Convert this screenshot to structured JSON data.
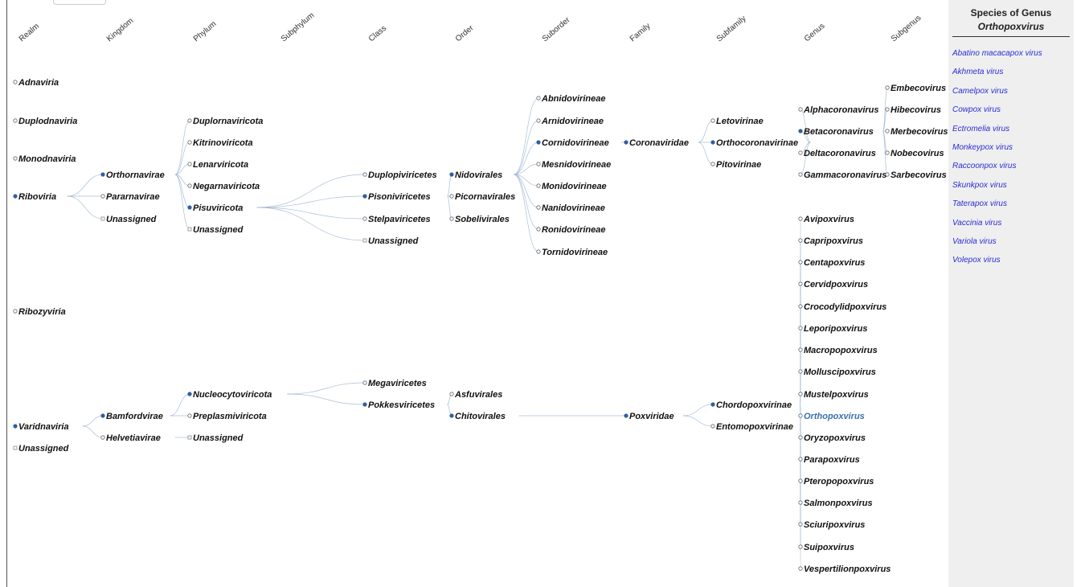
{
  "headers": [
    "Realm",
    "Kingdom",
    "Phylum",
    "Subphylum",
    "Class",
    "Order",
    "Suborder",
    "Family",
    "Subfamily",
    "Genus",
    "Subgenus"
  ],
  "nodes": {
    "Adnaviria": {
      "label": "Adnaviria",
      "col": 0
    },
    "Duplodnaviria": {
      "label": "Duplodnaviria",
      "col": 0
    },
    "Monodnaviria": {
      "label": "Monodnaviria",
      "col": 0
    },
    "Riboviria": {
      "label": "Riboviria",
      "col": 0,
      "expanded": true
    },
    "Ribozyviria": {
      "label": "Ribozyviria",
      "col": 0
    },
    "Varidnaviria": {
      "label": "Varidnaviria",
      "col": 0,
      "expanded": true
    },
    "UnassignedRealm": {
      "label": "Unassigned",
      "col": 0,
      "leaf": true
    },
    "Orthornavirae": {
      "label": "Orthornavirae",
      "col": 1,
      "parent": "Riboviria",
      "expanded": true
    },
    "Pararnavirae": {
      "label": "Pararnavirae",
      "col": 1,
      "parent": "Riboviria"
    },
    "UnassignedK1": {
      "label": "Unassigned",
      "col": 1,
      "parent": "Riboviria",
      "leaf": true
    },
    "Bamfordvirae": {
      "label": "Bamfordvirae",
      "col": 1,
      "parent": "Varidnaviria",
      "expanded": true
    },
    "Helvetiavirae": {
      "label": "Helvetiavirae",
      "col": 1,
      "parent": "Varidnaviria"
    },
    "Duplornaviricota": {
      "label": "Duplornaviricota",
      "col": 2,
      "parent": "Orthornavirae"
    },
    "Kitrinoviricota": {
      "label": "Kitrinoviricota",
      "col": 2,
      "parent": "Orthornavirae"
    },
    "Lenarviricota": {
      "label": "Lenarviricota",
      "col": 2,
      "parent": "Orthornavirae"
    },
    "Negarnaviricota": {
      "label": "Negarnaviricota",
      "col": 2,
      "parent": "Orthornavirae"
    },
    "Pisuviricota": {
      "label": "Pisuviricota",
      "col": 2,
      "parent": "Orthornavirae",
      "expanded": true
    },
    "UnassignedP1": {
      "label": "Unassigned",
      "col": 2,
      "parent": "Orthornavirae",
      "leaf": true
    },
    "Nucleocytoviricota": {
      "label": "Nucleocytoviricota",
      "col": 2,
      "parent": "Bamfordvirae",
      "expanded": true
    },
    "Preplasmiviricota": {
      "label": "Preplasmiviricota",
      "col": 2,
      "parent": "Bamfordvirae"
    },
    "UnassignedP2": {
      "label": "Unassigned",
      "col": 2,
      "parent": "Helvetiavirae",
      "leaf": true
    },
    "Duplopiviricetes": {
      "label": "Duplopiviricetes",
      "col": 4,
      "parent": "Pisuviricota"
    },
    "Pisoniviricetes": {
      "label": "Pisoniviricetes",
      "col": 4,
      "parent": "Pisuviricota",
      "expanded": true
    },
    "Stelpaviricetes": {
      "label": "Stelpaviricetes",
      "col": 4,
      "parent": "Pisuviricota"
    },
    "UnassignedC1": {
      "label": "Unassigned",
      "col": 4,
      "parent": "Pisuviricota",
      "leaf": true
    },
    "Megaviricetes": {
      "label": "Megaviricetes",
      "col": 4,
      "parent": "Nucleocytoviricota"
    },
    "Pokkesviricetes": {
      "label": "Pokkesviricetes",
      "col": 4,
      "parent": "Nucleocytoviricota",
      "expanded": true
    },
    "Nidovirales": {
      "label": "Nidovirales",
      "col": 5,
      "parent": "Pisoniviricetes",
      "expanded": true
    },
    "Picornavirales": {
      "label": "Picornavirales",
      "col": 5,
      "parent": "Pisoniviricetes"
    },
    "Sobelivirales": {
      "label": "Sobelivirales",
      "col": 5,
      "parent": "Pisoniviricetes"
    },
    "Asfuvirales": {
      "label": "Asfuvirales",
      "col": 5,
      "parent": "Pokkesviricetes"
    },
    "Chitovirales": {
      "label": "Chitovirales",
      "col": 5,
      "parent": "Pokkesviricetes",
      "expanded": true
    },
    "Abnidovirineae": {
      "label": "Abnidovirineae",
      "col": 6,
      "parent": "Nidovirales"
    },
    "Arnidovirineae": {
      "label": "Arnidovirineae",
      "col": 6,
      "parent": "Nidovirales"
    },
    "Cornidovirineae": {
      "label": "Cornidovirineae",
      "col": 6,
      "parent": "Nidovirales",
      "expanded": true
    },
    "Mesnidovirineae": {
      "label": "Mesnidovirineae",
      "col": 6,
      "parent": "Nidovirales"
    },
    "Monidovirineae": {
      "label": "Monidovirineae",
      "col": 6,
      "parent": "Nidovirales"
    },
    "Nanidovirineae": {
      "label": "Nanidovirineae",
      "col": 6,
      "parent": "Nidovirales"
    },
    "Ronidovirineae": {
      "label": "Ronidovirineae",
      "col": 6,
      "parent": "Nidovirales"
    },
    "Tornidovirineae": {
      "label": "Tornidovirineae",
      "col": 6,
      "parent": "Nidovirales"
    },
    "Coronaviridae": {
      "label": "Coronaviridae",
      "col": 7,
      "parent": "Cornidovirineae",
      "expanded": true
    },
    "Poxviridae": {
      "label": "Poxviridae",
      "col": 7,
      "parent": "Chitovirales",
      "expanded": true
    },
    "Letovirinae": {
      "label": "Letovirinae",
      "col": 8,
      "parent": "Coronaviridae"
    },
    "Orthocoronavirinae": {
      "label": "Orthocoronavirinae",
      "col": 8,
      "parent": "Coronaviridae",
      "expanded": true
    },
    "Pitovirinae": {
      "label": "Pitovirinae",
      "col": 8,
      "parent": "Coronaviridae"
    },
    "Chordopoxvirinae": {
      "label": "Chordopoxvirinae",
      "col": 8,
      "parent": "Poxviridae",
      "expanded": true
    },
    "Entomopoxvirinae": {
      "label": "Entomopoxvirinae",
      "col": 8,
      "parent": "Poxviridae"
    },
    "Alphacoronavirus": {
      "label": "Alphacoronavirus",
      "col": 9,
      "parent": "Orthocoronavirinae"
    },
    "Betacoronavirus": {
      "label": "Betacoronavirus",
      "col": 9,
      "parent": "Orthocoronavirinae",
      "expanded": true
    },
    "Deltacoronavirus": {
      "label": "Deltacoronavirus",
      "col": 9,
      "parent": "Orthocoronavirinae"
    },
    "Gammacoronavirus": {
      "label": "Gammacoronavirus",
      "col": 9,
      "parent": "Orthocoronavirinae"
    },
    "Embecovirus": {
      "label": "Embecovirus",
      "col": 10,
      "parent": "Betacoronavirus"
    },
    "Hibecovirus": {
      "label": "Hibecovirus",
      "col": 10,
      "parent": "Betacoronavirus"
    },
    "Merbecovirus": {
      "label": "Merbecovirus",
      "col": 10,
      "parent": "Betacoronavirus"
    },
    "Nobecovirus": {
      "label": "Nobecovirus",
      "col": 10,
      "parent": "Betacoronavirus"
    },
    "Sarbecovirus": {
      "label": "Sarbecovirus",
      "col": 10,
      "parent": "Betacoronavirus"
    },
    "Avipoxvirus": {
      "label": "Avipoxvirus",
      "col": 9,
      "parent": "Chordopoxvirinae"
    },
    "Capripoxvirus": {
      "label": "Capripoxvirus",
      "col": 9,
      "parent": "Chordopoxvirinae"
    },
    "Centapoxvirus": {
      "label": "Centapoxvirus",
      "col": 9,
      "parent": "Chordopoxvirinae"
    },
    "Cervidpoxvirus": {
      "label": "Cervidpoxvirus",
      "col": 9,
      "parent": "Chordopoxvirinae"
    },
    "Crocodylidpoxvirus": {
      "label": "Crocodylidpoxvirus",
      "col": 9,
      "parent": "Chordopoxvirinae"
    },
    "Leporipoxvirus": {
      "label": "Leporipoxvirus",
      "col": 9,
      "parent": "Chordopoxvirinae"
    },
    "Macropopoxvirus": {
      "label": "Macropopoxvirus",
      "col": 9,
      "parent": "Chordopoxvirinae"
    },
    "Molluscipoxvirus": {
      "label": "Molluscipoxvirus",
      "col": 9,
      "parent": "Chordopoxvirinae"
    },
    "Mustelpoxvirus": {
      "label": "Mustelpoxvirus",
      "col": 9,
      "parent": "Chordopoxvirinae"
    },
    "Orthopoxvirus": {
      "label": "Orthopoxvirus",
      "col": 9,
      "parent": "Chordopoxvirinae",
      "selected": true
    },
    "Oryzopoxvirus": {
      "label": "Oryzopoxvirus",
      "col": 9,
      "parent": "Chordopoxvirinae"
    },
    "Parapoxvirus": {
      "label": "Parapoxvirus",
      "col": 9,
      "parent": "Chordopoxvirinae"
    },
    "Pteropopoxvirus": {
      "label": "Pteropopoxvirus",
      "col": 9,
      "parent": "Chordopoxvirinae"
    },
    "Salmonpoxvirus": {
      "label": "Salmonpoxvirus",
      "col": 9,
      "parent": "Chordopoxvirinae"
    },
    "Sciuripoxvirus": {
      "label": "Sciuripoxvirus",
      "col": 9,
      "parent": "Chordopoxvirinae"
    },
    "Suipoxvirus": {
      "label": "Suipoxvirus",
      "col": 9,
      "parent": "Chordopoxvirinae"
    },
    "Vespertilionpoxvirus": {
      "label": "Vespertilionpoxvirus",
      "col": 9,
      "parent": "Chordopoxvirinae"
    }
  },
  "panel": {
    "title": "Species of Genus",
    "genus": "Orthopoxvirus",
    "species": [
      "Abatino macacapox virus",
      "Akhmeta virus",
      "Camelpox virus",
      "Cowpox virus",
      "Ectromelia virus",
      "Monkeypox virus",
      "Raccoonpox virus",
      "Skunkpox virus",
      "Taterapox virus",
      "Vaccinia virus",
      "Variola virus",
      "Volepox virus"
    ]
  },
  "colors": {
    "link": "#9ab4d2",
    "expanded_node": "#2f5f9e",
    "leaf_node": "#888888",
    "selected": "#3a6fb0",
    "species_link": "#2b2bd6"
  }
}
